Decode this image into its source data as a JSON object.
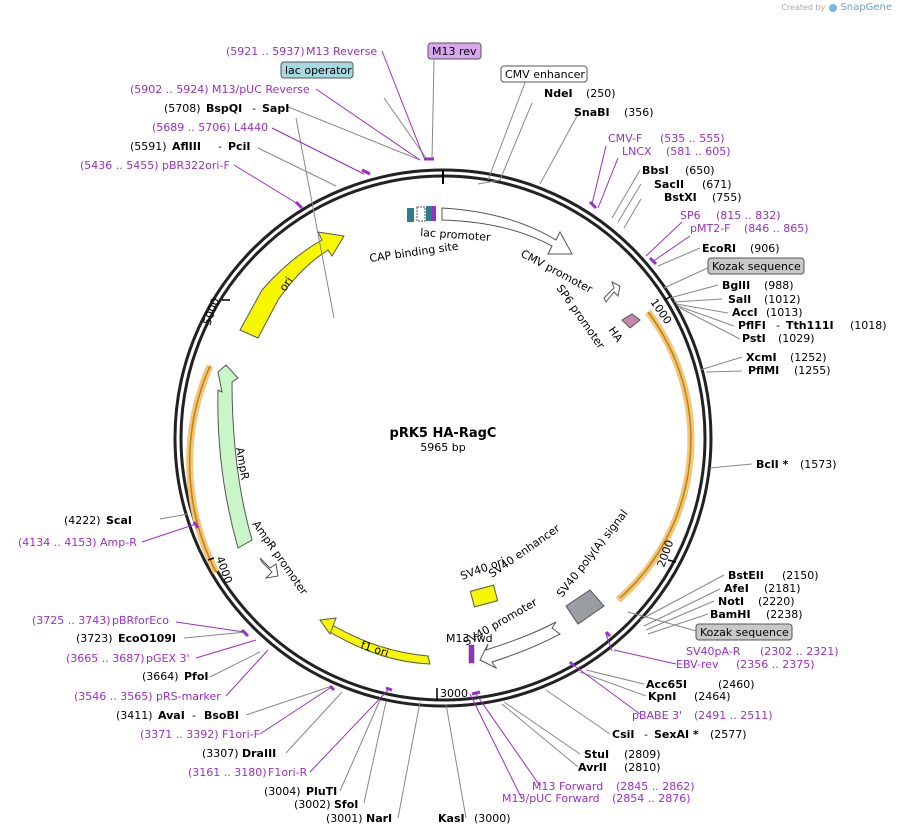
{
  "credit": {
    "prefix": "Created by",
    "brand": "SnapGene"
  },
  "plasmid": {
    "name": "pRK5 HA-RagC",
    "size": "5965 bp"
  },
  "colors": {
    "primer": "#9a2ec9",
    "ori": "#f7f700",
    "ampR": "#c9f5c9",
    "orf_highlight": "#f5c37a",
    "backbone": "#222222"
  },
  "ticks": [
    "1000",
    "2000",
    "3000",
    "4000",
    "5000"
  ],
  "sites_right": [
    {
      "name": "NdeI",
      "pos": "(250)"
    },
    {
      "name": "SnaBI",
      "pos": "(356)"
    },
    {
      "name": "BbsI",
      "pos": "(650)"
    },
    {
      "name": "SacII",
      "pos": "(671)"
    },
    {
      "name": "BstXI",
      "pos": "(755)"
    },
    {
      "name": "EcoRI",
      "pos": "(906)"
    },
    {
      "name": "BglII",
      "pos": "(988)"
    },
    {
      "name": "SalI",
      "pos": "(1012)"
    },
    {
      "name": "AccI",
      "pos": "(1013)"
    },
    {
      "name": "PflFI",
      "name2": "Tth111I",
      "pos": "(1018)"
    },
    {
      "name": "PstI",
      "pos": "(1029)"
    },
    {
      "name": "XcmI",
      "pos": "(1252)"
    },
    {
      "name": "PflMI",
      "pos": "(1255)"
    },
    {
      "name": "BclI *",
      "pos": "(1573)"
    },
    {
      "name": "BstEII",
      "pos": "(2150)"
    },
    {
      "name": "AfeI",
      "pos": "(2181)"
    },
    {
      "name": "NotI",
      "pos": "(2220)"
    },
    {
      "name": "BamHI",
      "pos": "(2238)"
    },
    {
      "name": "Acc65I",
      "pos": "(2460)"
    },
    {
      "name": "KpnI",
      "pos": "(2464)"
    },
    {
      "name": "CsiI",
      "name2": "SexAI *",
      "pos": "(2577)"
    },
    {
      "name": "StuI",
      "pos": "(2809)"
    },
    {
      "name": "AvrII",
      "pos": "(2810)"
    },
    {
      "name": "KasI",
      "pos": "(3000)"
    }
  ],
  "sites_left": [
    {
      "name": "BspQI",
      "name2": "SapI",
      "pos": "(5708)"
    },
    {
      "name": "AflIII",
      "name2": "PciI",
      "pos": "(5591)"
    },
    {
      "name": "ScaI",
      "pos": "(4222)"
    },
    {
      "name": "EcoO109I",
      "pos": "(3723)"
    },
    {
      "name": "PfoI",
      "pos": "(3664)"
    },
    {
      "name": "AvaI",
      "name2": "BsoBI",
      "pos": "(3411)"
    },
    {
      "name": "DraIII",
      "pos": "(3307)"
    },
    {
      "name": "PluTI",
      "pos": "(3004)"
    },
    {
      "name": "SfoI",
      "pos": "(3002)"
    },
    {
      "name": "NarI",
      "pos": "(3001)"
    }
  ],
  "primers_right": [
    {
      "name": "CMV-F",
      "range": "(535 .. 555)"
    },
    {
      "name": "LNCX",
      "range": "(581 .. 605)"
    },
    {
      "name": "SP6",
      "range": "(815 .. 832)"
    },
    {
      "name": "pMT2-F",
      "range": "(846 .. 865)"
    },
    {
      "name": "SV40pA-R",
      "range": "(2302 .. 2321)"
    },
    {
      "name": "EBV-rev",
      "range": "(2356 .. 2375)"
    },
    {
      "name": "pBABE 3'",
      "range": "(2491 .. 2511)"
    },
    {
      "name": "M13 Forward",
      "range": "(2845 .. 2862)"
    },
    {
      "name": "M13/pUC Forward",
      "range": "(2854 .. 2876)"
    }
  ],
  "primers_left": [
    {
      "name": "M13 Reverse",
      "range": "(5921 .. 5937)"
    },
    {
      "name": "M13/pUC Reverse",
      "range": "(5902 .. 5924)"
    },
    {
      "name": "L4440",
      "range": "(5689 .. 5706)"
    },
    {
      "name": "pBR322ori-F",
      "range": "(5436 .. 5455)"
    },
    {
      "name": "Amp-R",
      "range": "(4134 .. 4153)"
    },
    {
      "name": "pBRforEco",
      "range": "(3725 .. 3743)"
    },
    {
      "name": "pGEX 3'",
      "range": "(3665 .. 3687)"
    },
    {
      "name": "pRS-marker",
      "range": "(3546 .. 3565)"
    },
    {
      "name": "F1ori-F",
      "range": "(3371 .. 3392)"
    },
    {
      "name": "F1ori-R",
      "range": "(3161 .. 3180)"
    }
  ],
  "boxed_labels": {
    "m13rev": "M13 rev",
    "lac_operator": "lac operator",
    "cmv_enhancer": "CMV enhancer",
    "kozak1": "Kozak sequence",
    "kozak2": "Kozak sequence"
  },
  "features": {
    "lac_promoter": "lac promoter",
    "cap_site": "CAP binding site",
    "cmv_promoter": "CMV promoter",
    "sp6_promoter": "SP6 promoter",
    "ha": "HA",
    "ori": "ori",
    "ampr": "AmpR",
    "ampr_promoter": "AmpR promoter",
    "sv40_ori": "SV40 ori",
    "sv40_enhancer": "SV40 enhancer",
    "sv40_polya": "SV40 poly(A) signal",
    "sv40_promoter": "SV40 promoter",
    "m13_fwd": "M13 fwd",
    "f1_ori": "f1 ori"
  }
}
